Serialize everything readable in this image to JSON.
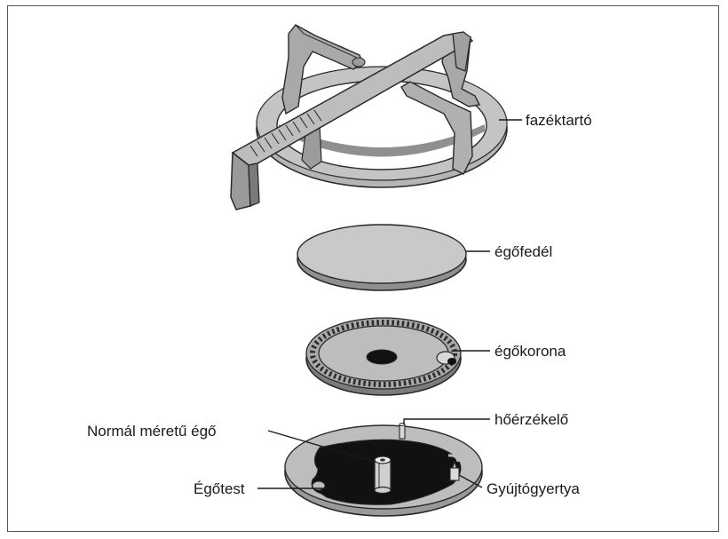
{
  "labels": {
    "pot_support": "fazéktartó",
    "burner_cap": "égőfedél",
    "burner_crown": "égőkorona",
    "thermocouple": "hőérzékelő",
    "normal_burner": "Normál méretű égő",
    "burner_body": "Égőtest",
    "igniter": "Gyújtógyertya"
  },
  "colors": {
    "metal_light": "#b9b9b9",
    "metal_mid": "#9a9a9a",
    "metal_dark": "#6e6e6e",
    "outline": "#2a2a2a",
    "black_plate": "#111111"
  }
}
